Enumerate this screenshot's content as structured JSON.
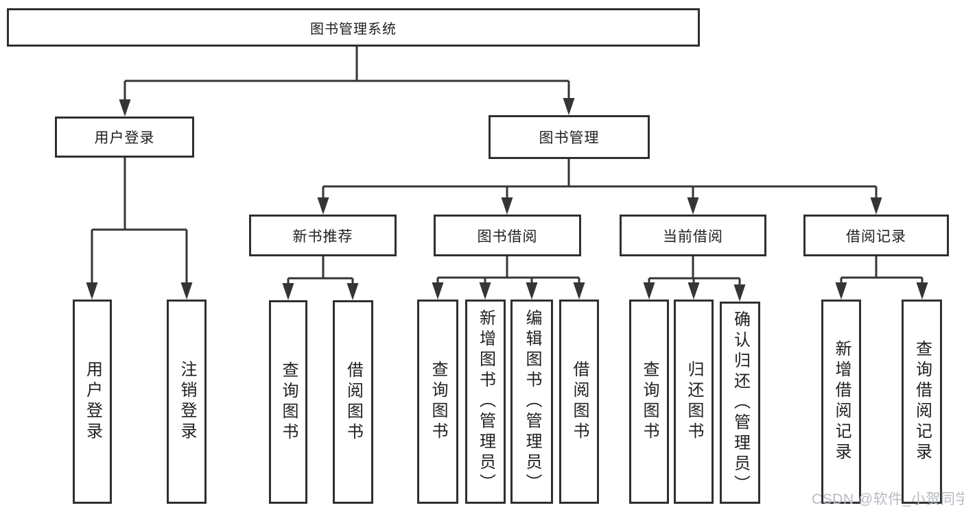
{
  "tree": {
    "label": "图书管理系统",
    "children": [
      {
        "label": "用户登录",
        "children": [
          {
            "label": "用户登录"
          },
          {
            "label": "注销登录"
          }
        ]
      },
      {
        "label": "图书管理",
        "children": [
          {
            "label": "新书推荐",
            "children": [
              {
                "label": "查询图书"
              },
              {
                "label": "借阅图书"
              }
            ]
          },
          {
            "label": "图书借阅",
            "children": [
              {
                "label": "查询图书"
              },
              {
                "label": "新增图书（管理员）"
              },
              {
                "label": "编辑图书（管理员）"
              },
              {
                "label": "借阅图书"
              }
            ]
          },
          {
            "label": "当前借阅",
            "children": [
              {
                "label": "查询图书"
              },
              {
                "label": "归还图书"
              },
              {
                "label": "确认归还（管理员）"
              }
            ]
          },
          {
            "label": "借阅记录",
            "children": [
              {
                "label": "新增借阅记录"
              },
              {
                "label": "查询借阅记录"
              }
            ]
          }
        ]
      }
    ]
  },
  "watermark": "CSDN @软件_小贺同学",
  "colors": {
    "line": "#353535",
    "box_border": "#2f2f2f",
    "text": "#1f1f1f",
    "background": "#ffffff",
    "watermark": "#b6bac1"
  }
}
